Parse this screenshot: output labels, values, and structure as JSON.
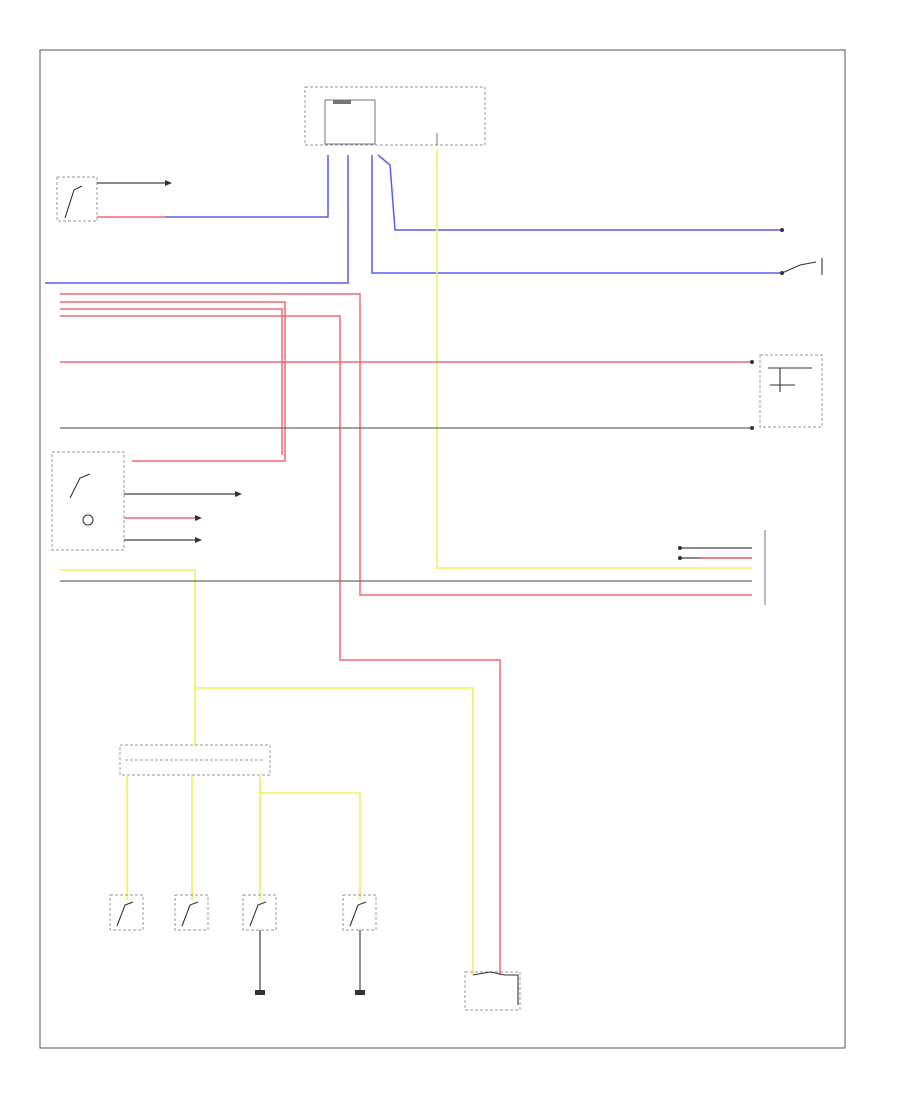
{
  "diagram": {
    "footer_code": "",
    "components": [
      {
        "id": "immobilizer_unit",
        "label": "",
        "sub": ""
      },
      {
        "id": "brake_fluid_switch",
        "label": "",
        "sub": ""
      },
      {
        "id": "left_front_door_switch",
        "label": "",
        "sub": ""
      },
      {
        "id": "passenger_door_switch",
        "label": "",
        "sub": ""
      },
      {
        "id": "fuel_sender",
        "label": "",
        "sub": ""
      },
      {
        "id": "parking_brake_switch",
        "label": "",
        "sub": ""
      },
      {
        "id": "combination_meter",
        "label": "",
        "sub": ""
      },
      {
        "id": "joint_connector",
        "label": "",
        "sub": ""
      },
      {
        "id": "driver_door_switch",
        "label": "",
        "sub": ""
      },
      {
        "id": "pass_door_switch_2",
        "label": "",
        "sub": ""
      },
      {
        "id": "rear_door_switch_rh",
        "label": "",
        "sub": ""
      },
      {
        "id": "rear_door_switch_lh",
        "label": "",
        "sub": ""
      },
      {
        "id": "ground_1",
        "label": "",
        "sub": ""
      },
      {
        "id": "ground_2",
        "label": "",
        "sub": ""
      },
      {
        "id": "back_door_switch",
        "label": "",
        "sub": ""
      }
    ],
    "wire_colors": {
      "blue": "#5b5bf0",
      "red": "#f06a78",
      "yellow": "#f2f25a",
      "gray": "#6a6a6a",
      "black": "#444444"
    }
  }
}
